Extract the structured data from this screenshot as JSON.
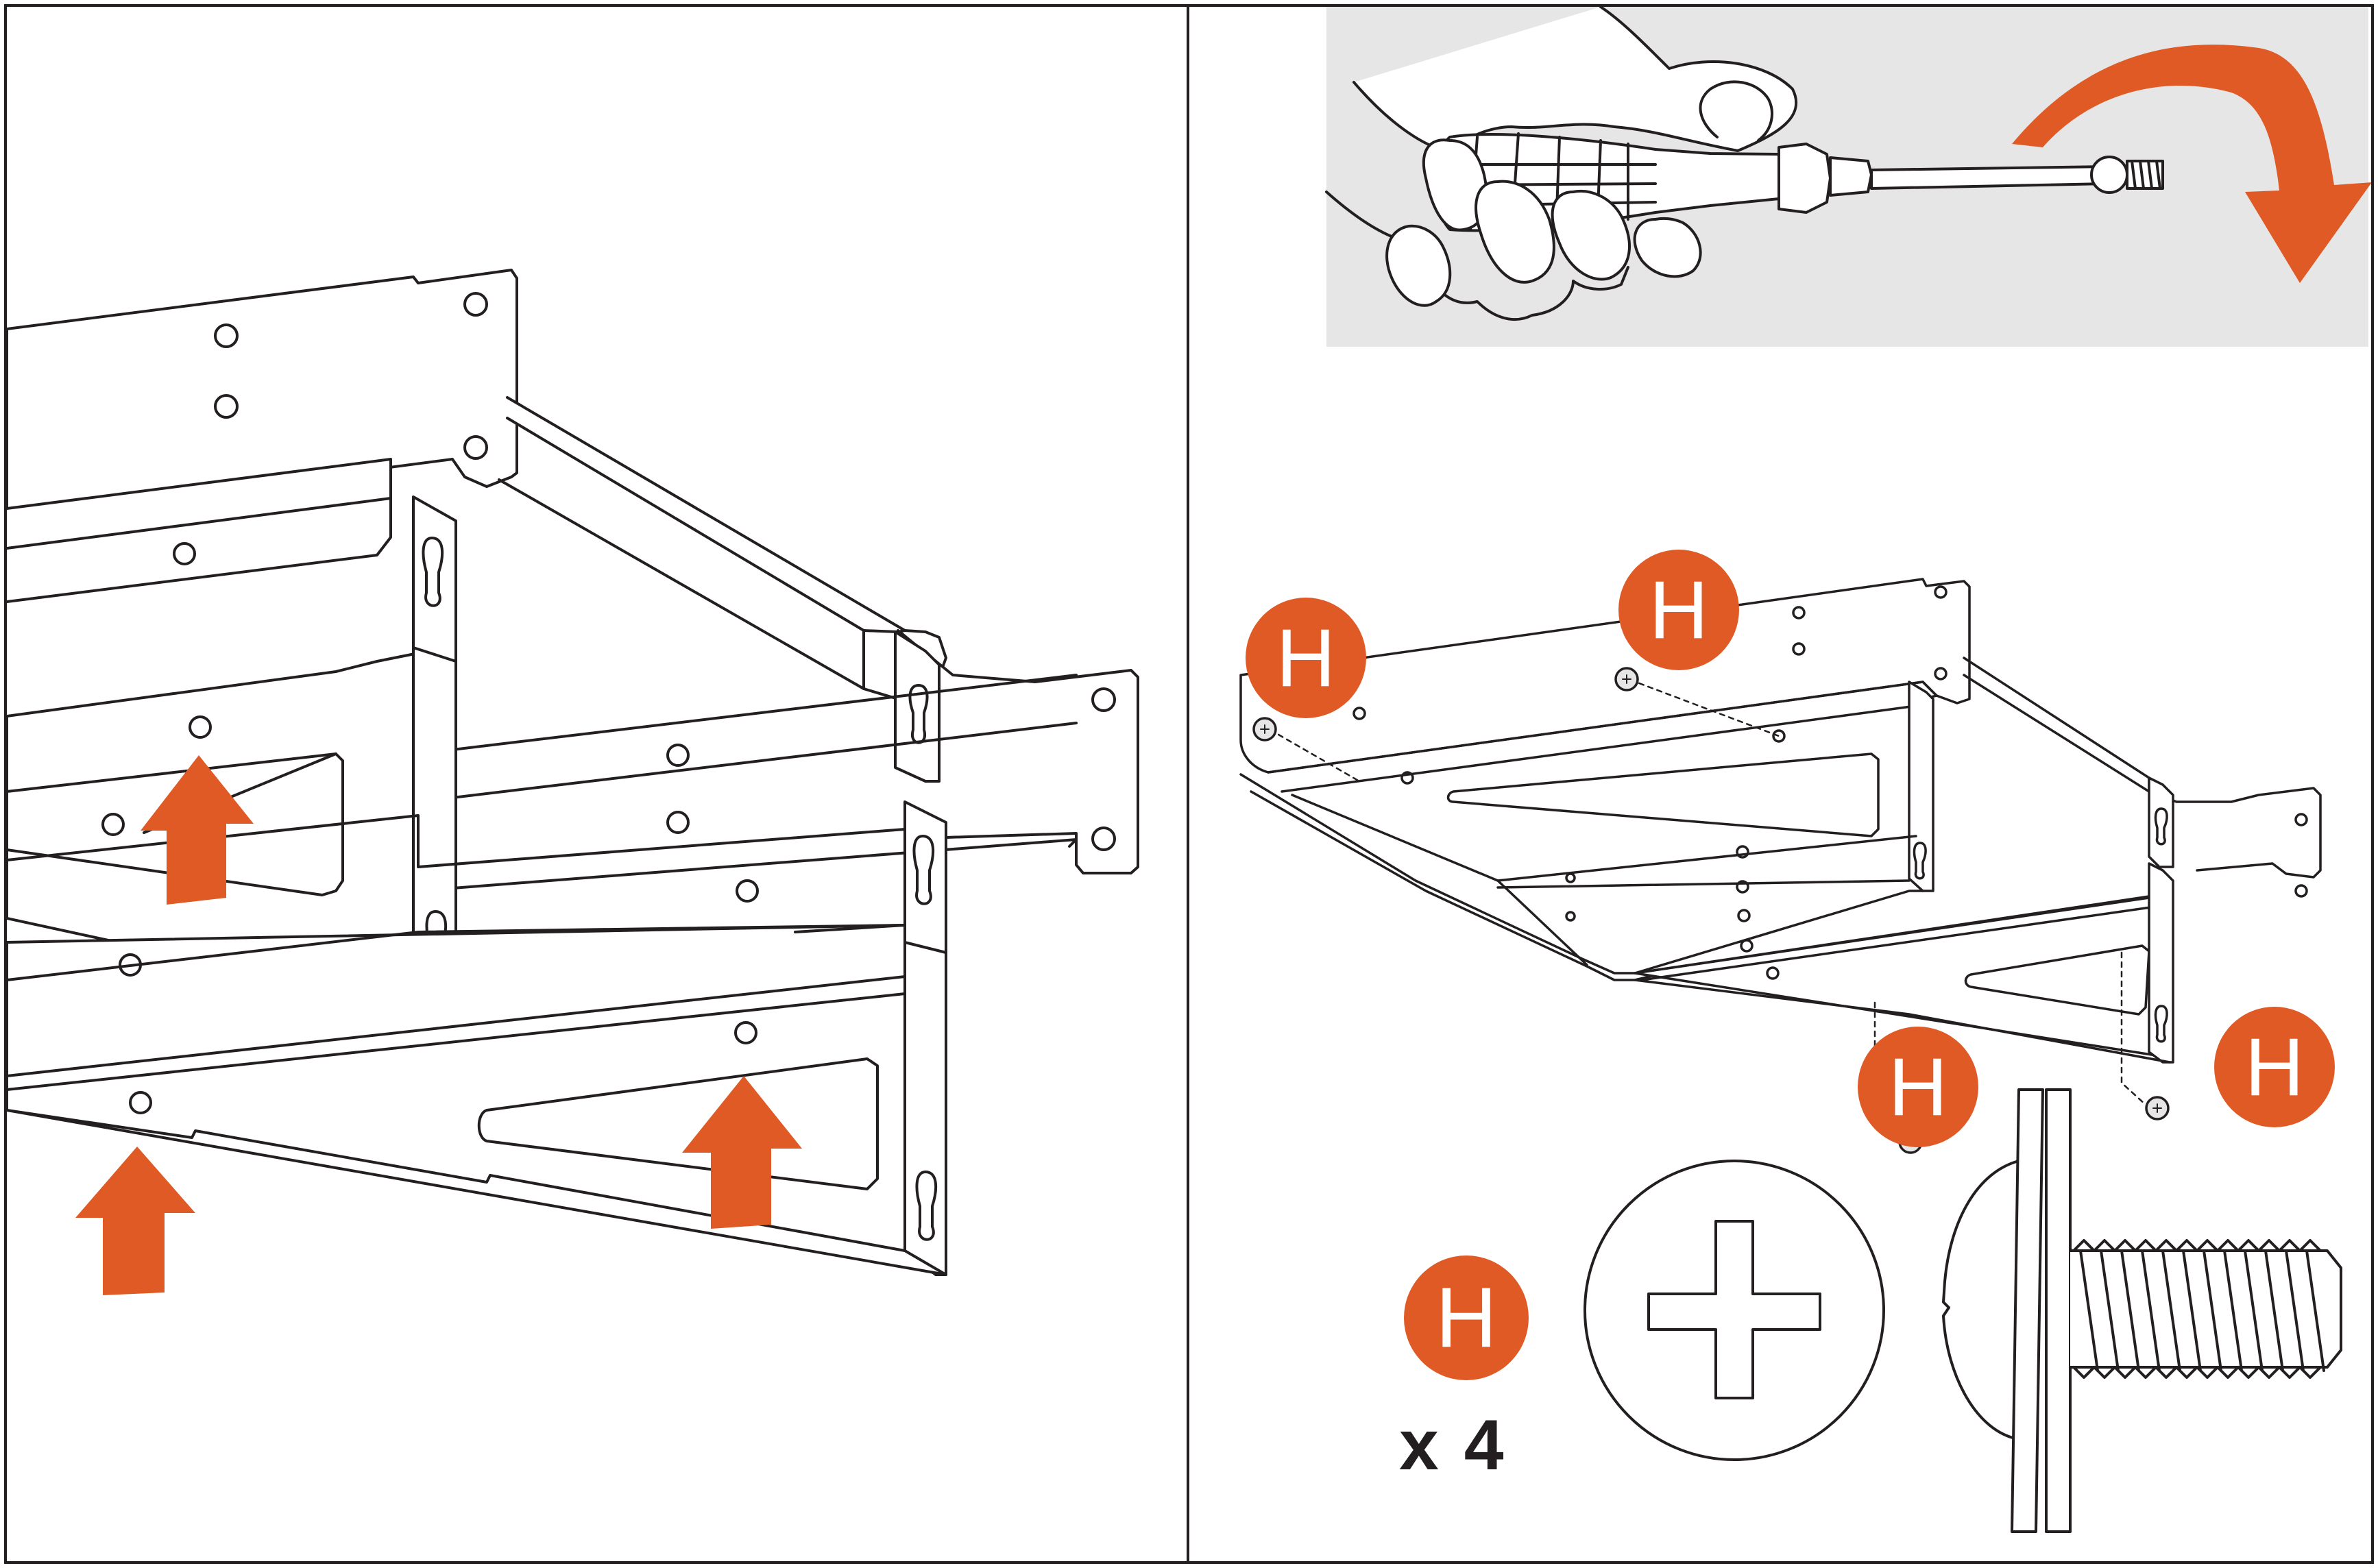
{
  "colors": {
    "accent": "#e05a26",
    "line": "#231f20",
    "panel_bg": "#ffffff",
    "tool_bg": "#e6e6e7"
  },
  "steps": [
    {
      "id": "left",
      "icons": [
        "shelf-bracket-icon",
        "arrow-up-icon"
      ]
    },
    {
      "id": "right",
      "icons": [
        "screwdriver-hand-icon",
        "rotate-arrow-icon",
        "screw-icon"
      ]
    }
  ],
  "screw_callouts": [
    "H",
    "H",
    "H",
    "H"
  ],
  "parts_legend": {
    "letter": "H",
    "quantity": "x 4"
  }
}
